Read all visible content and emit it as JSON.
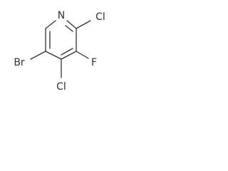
{
  "structure": {
    "atoms": {
      "n": "N",
      "cl_top": "Cl",
      "f": "F",
      "cl_bottom": "Cl",
      "br": "Br"
    },
    "bond_color": "#333333",
    "label_color": "#333333"
  }
}
